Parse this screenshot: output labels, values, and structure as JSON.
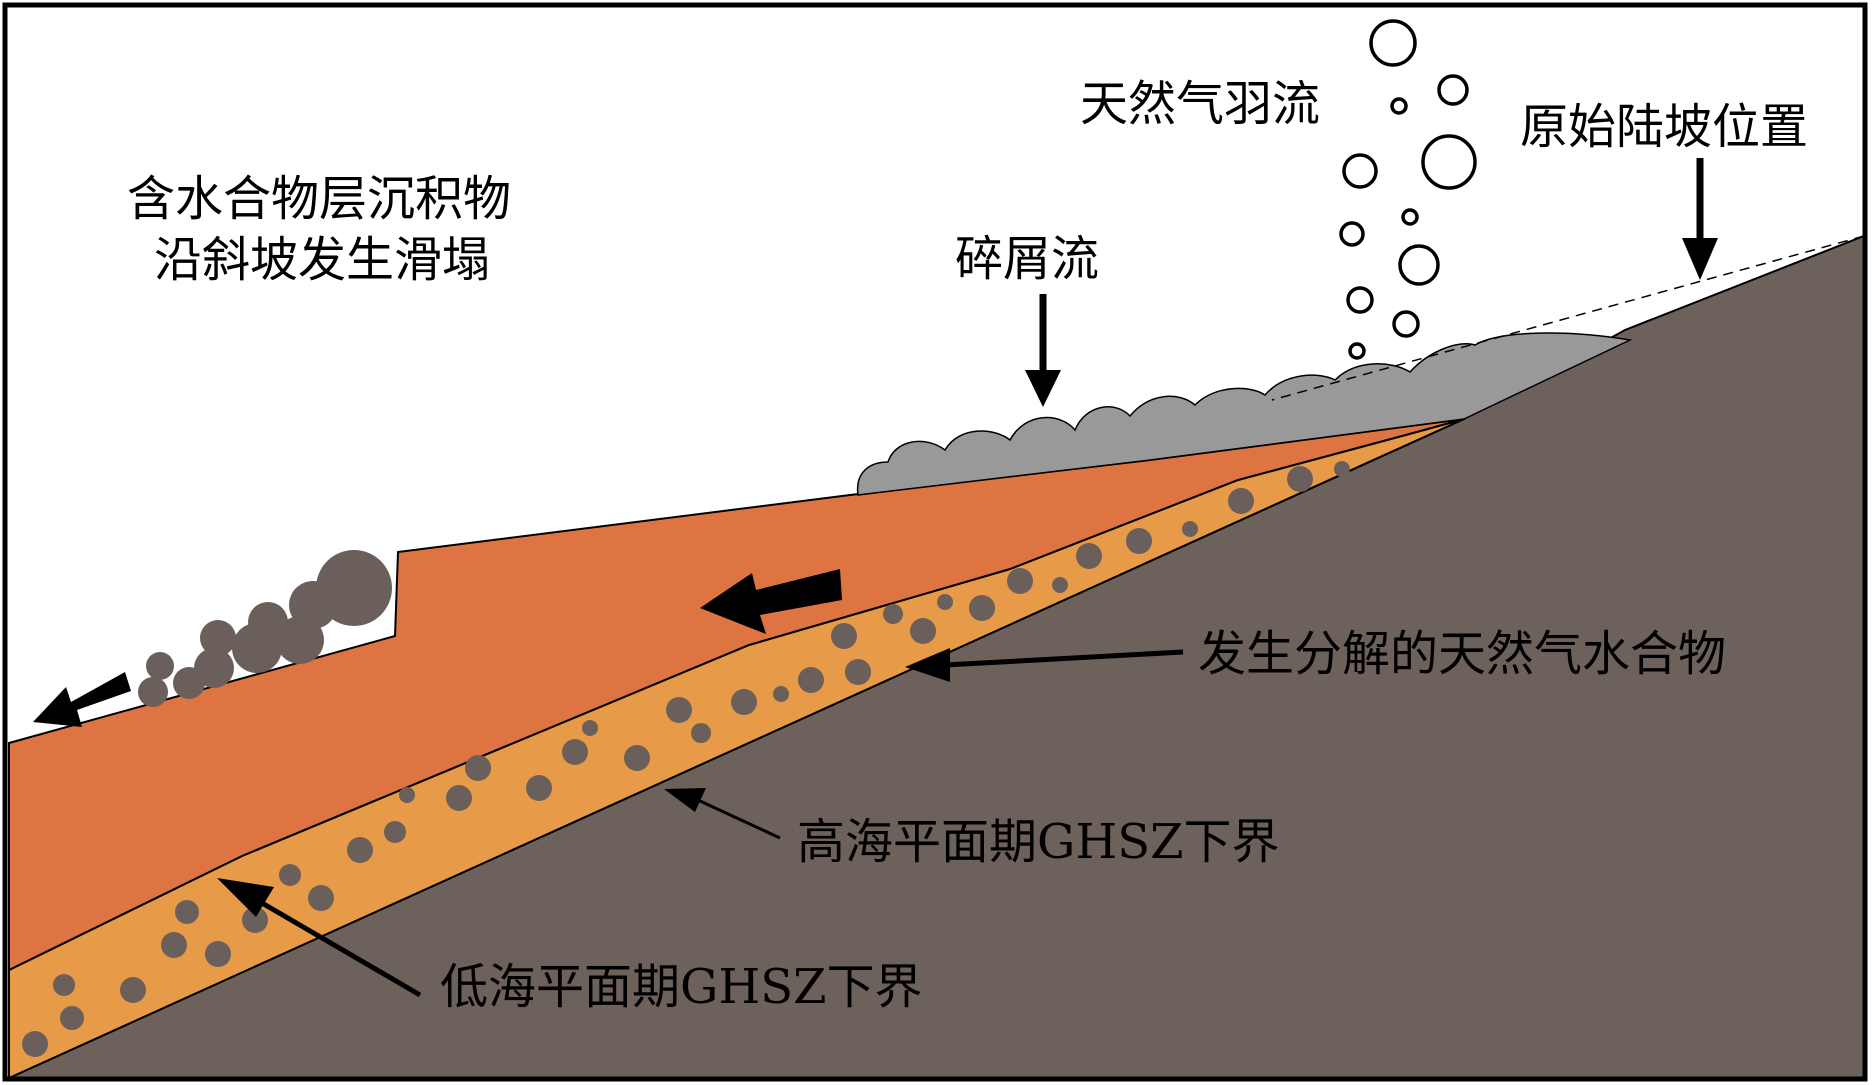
{
  "labels": {
    "slide": [
      "含水合物层沉积物",
      "沿斜坡发生滑塌"
    ],
    "gas_plume": "天然气羽流",
    "original_slope": "原始陆坡位置",
    "debris_flow": "碎屑流",
    "decomposing_hydrate": "发生分解的天然气水合物",
    "high_sea_level_ghsz": "高海平面期GHSZ下界",
    "low_sea_level_ghsz": "低海平面期GHSZ下界"
  },
  "colors": {
    "bedrock": "#6d615c",
    "sediment": "#de7442",
    "hydrate_zone": "#e79a47",
    "debris": "#999999",
    "clast": "#6b5f5b",
    "outline": "#000000",
    "background": "#ffffff"
  }
}
